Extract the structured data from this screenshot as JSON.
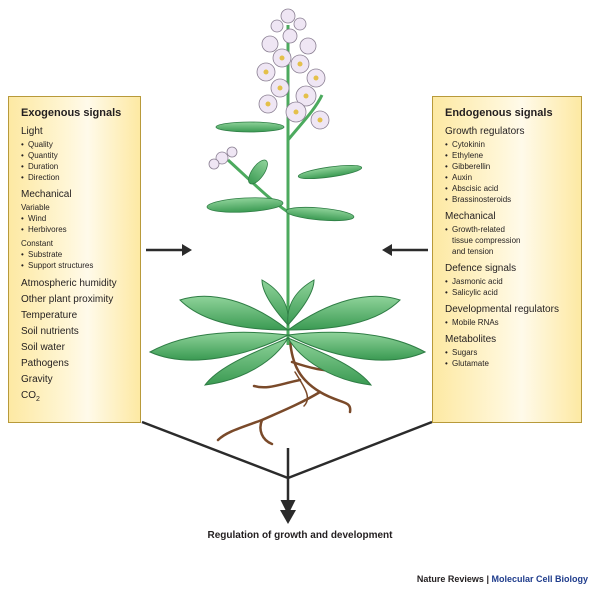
{
  "exogenous": {
    "title": "Exogenous signals",
    "light": {
      "heading": "Light",
      "items": [
        "Quality",
        "Quantity",
        "Duration",
        "Direction"
      ]
    },
    "mechanical": {
      "heading": "Mechanical",
      "variable": {
        "label": "Variable",
        "items": [
          "Wind",
          "Herbivores"
        ]
      },
      "constant": {
        "label": "Constant",
        "items": [
          "Substrate",
          "Support structures"
        ]
      }
    },
    "others": [
      "Atmospheric humidity",
      "Other plant proximity",
      "Temperature",
      "Soil nutrients",
      "Soil water",
      "Pathogens",
      "Gravity"
    ],
    "co2": {
      "base": "CO",
      "sub": "2"
    }
  },
  "endogenous": {
    "title": "Endogenous signals",
    "growth_regulators": {
      "heading": "Growth regulators",
      "items": [
        "Cytokinin",
        "Ethylene",
        "Gibberellin",
        "Auxin",
        "Abscisic acid",
        "Brassinosteroids"
      ]
    },
    "mechanical": {
      "heading": "Mechanical",
      "lines": [
        "Growth-related",
        "tissue compression",
        "and tension"
      ]
    },
    "defence": {
      "heading": "Defence signals",
      "items": [
        "Jasmonic acid",
        "Salicylic acid"
      ]
    },
    "developmental": {
      "heading": "Developmental regulators",
      "items": [
        "Mobile RNAs"
      ]
    },
    "metabolites": {
      "heading": "Metabolites",
      "items": [
        "Sugars",
        "Glutamate"
      ]
    }
  },
  "caption": "Regulation of growth and development",
  "credit": {
    "publisher": "Nature Reviews",
    "separator": " | ",
    "journal": "Molecular Cell Biology"
  },
  "colors": {
    "panel": "#fde9a3",
    "leaf": "#4caa5e",
    "root": "#7a4a2a",
    "flower": "#e9dff0",
    "arrow": "#2b2b2b",
    "journal": "#1f3c8c"
  }
}
